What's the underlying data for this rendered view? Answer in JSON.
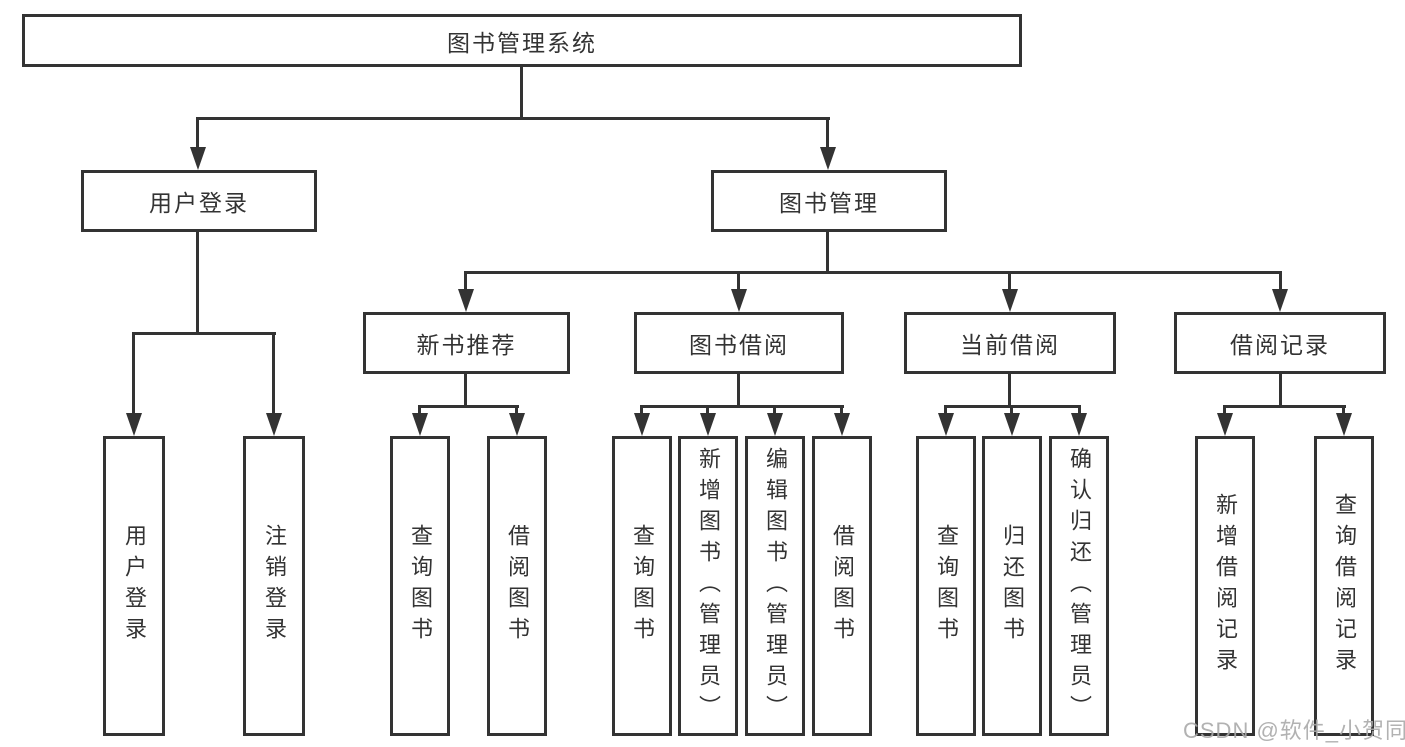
{
  "colors": {
    "line": "#333333",
    "text": "#333333",
    "background": "#ffffff",
    "watermark": "#aaaaaa"
  },
  "watermark": {
    "text": "CSDN @软件_小贺同学"
  },
  "tree": {
    "label": "图书管理系统",
    "children": [
      {
        "label": "用户登录",
        "children": [
          {
            "label": "用户登录"
          },
          {
            "label": "注销登录"
          }
        ]
      },
      {
        "label": "图书管理",
        "children": [
          {
            "label": "新书推荐",
            "children": [
              {
                "label": "查询图书"
              },
              {
                "label": "借阅图书"
              }
            ]
          },
          {
            "label": "图书借阅",
            "children": [
              {
                "label": "查询图书"
              },
              {
                "label": "新增图书（管理员）"
              },
              {
                "label": "编辑图书（管理员）"
              },
              {
                "label": "借阅图书"
              }
            ]
          },
          {
            "label": "当前借阅",
            "children": [
              {
                "label": "查询图书"
              },
              {
                "label": "归还图书"
              },
              {
                "label": "确认归还（管理员）"
              }
            ]
          },
          {
            "label": "借阅记录",
            "children": [
              {
                "label": "新增借阅记录"
              },
              {
                "label": "查询借阅记录"
              }
            ]
          }
        ]
      }
    ]
  }
}
